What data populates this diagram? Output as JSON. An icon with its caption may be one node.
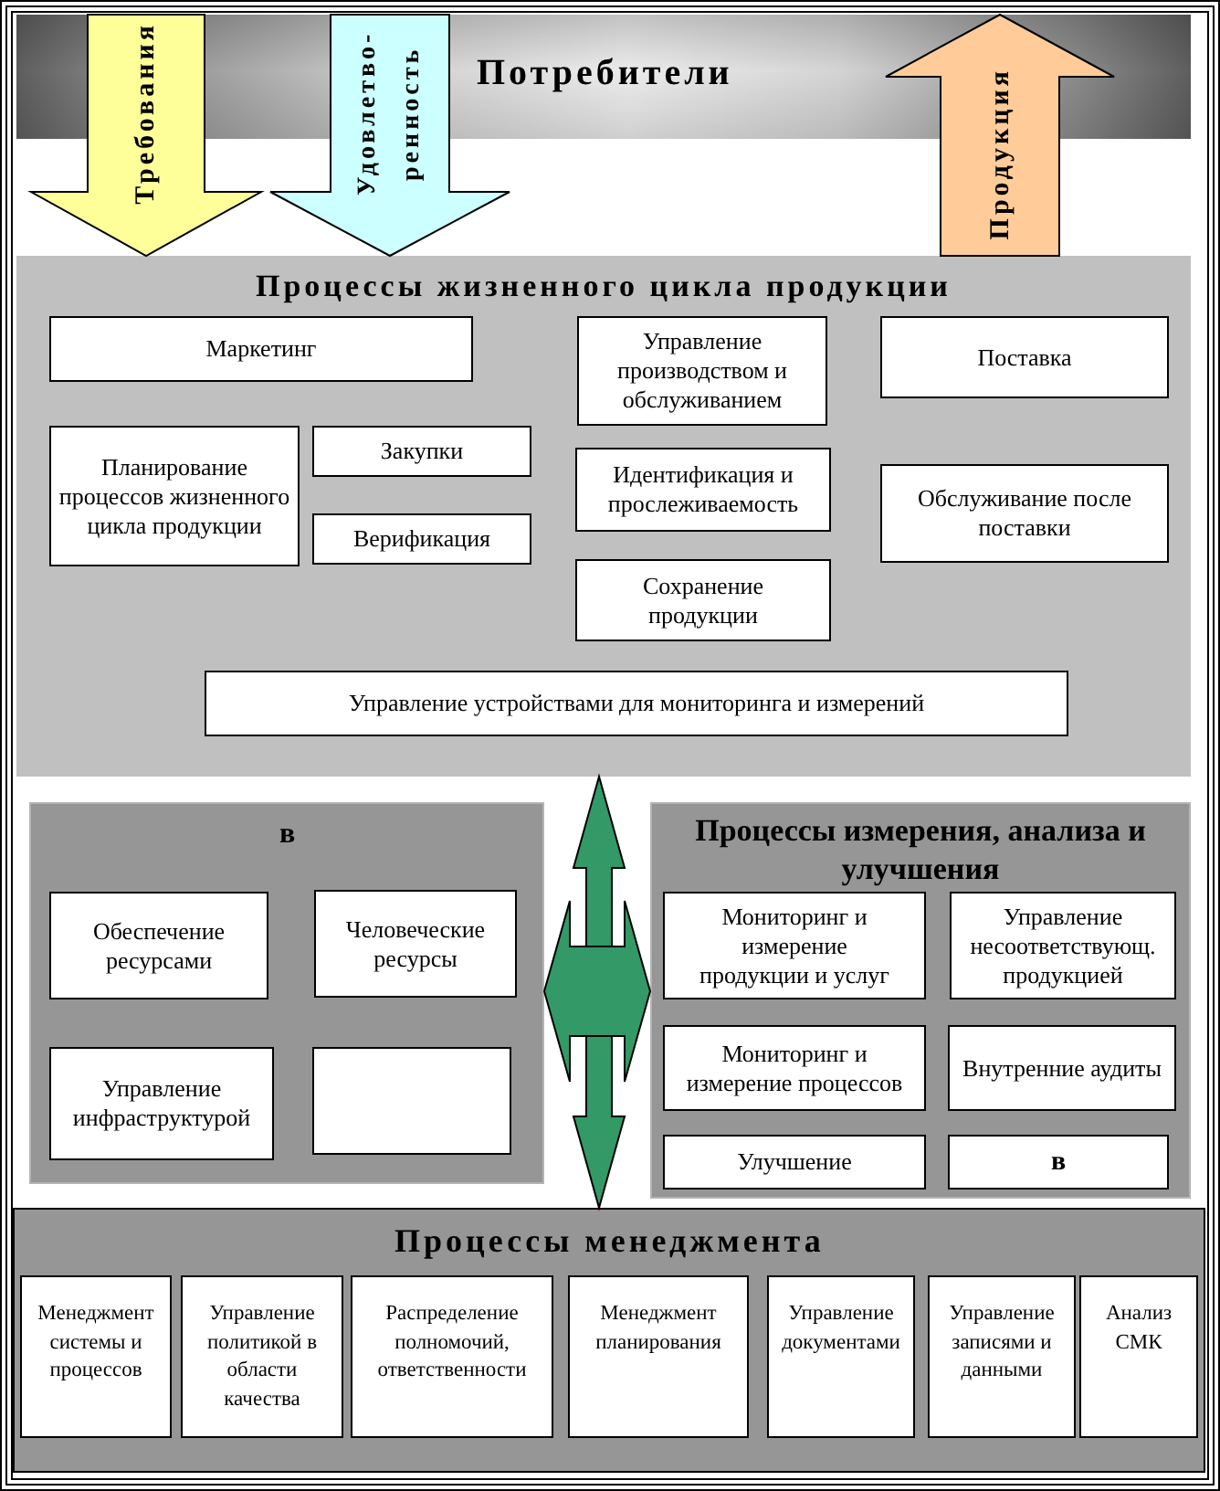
{
  "diagram": {
    "nodes": [
      {
        "text": [
          "Потребители"
        ]
      },
      {
        "text": [
          "Процессы жизненного цикла продукции"
        ]
      },
      {
        "text": [
          "Маркетинг"
        ],
        "in": 1
      },
      {
        "text": [
          "Управление производством и обслуживанием"
        ],
        "in": 1
      },
      {
        "text": [
          "Поставка"
        ],
        "in": 1
      },
      {
        "text": [
          "Планирование процессов жизненного цикла продукции"
        ],
        "in": 1
      },
      {
        "text": [
          "Закупки"
        ],
        "in": 1
      },
      {
        "text": [
          "Идентификация и прослеживаемость"
        ],
        "in": 1
      },
      {
        "text": [
          "Обслуживание после поставки"
        ],
        "in": 1
      },
      {
        "text": [
          "Верификация"
        ],
        "in": 1
      },
      {
        "text": [
          "Сохранение продукции"
        ],
        "in": 1
      },
      {
        "text": [
          "Управление устройствами для мониторинга и измерений"
        ],
        "in": 1
      },
      {
        "text": [
          "в"
        ]
      },
      {
        "text": [
          "Обеспечение ресурсами"
        ],
        "in": 12
      },
      {
        "text": [
          "Человеческие ресурсы"
        ],
        "in": 12
      },
      {
        "text": [
          "Управление инфраструктурой"
        ],
        "in": 12
      },
      {
        "text": [],
        "shape": "box",
        "in": 12
      },
      {
        "text": [
          "Процессы измерения, анализа и улучшения"
        ]
      },
      {
        "text": [
          "Мониторинг и измерение продукции и услуг"
        ],
        "in": 17
      },
      {
        "text": [
          "Управление несоответствующ. продукцией"
        ],
        "in": 17
      },
      {
        "text": [
          "Мониторинг и измерение процессов"
        ],
        "in": 17
      },
      {
        "text": [
          "Внутренние аудиты"
        ],
        "in": 17
      },
      {
        "text": [
          "Улучшение"
        ],
        "in": 17
      },
      {
        "text": [
          "в"
        ],
        "in": 17
      },
      {
        "text": [
          "Процессы менеджмента"
        ]
      },
      {
        "text": [
          "Менеджмент системы и процессов"
        ],
        "in": 24
      },
      {
        "text": [
          "Управление политикой в области качества"
        ],
        "in": 24
      },
      {
        "text": [
          "Распределение полномочий, ответственности"
        ],
        "in": 24
      },
      {
        "text": [
          "Менеджмент планирования"
        ],
        "in": 24
      },
      {
        "text": [
          "Управление документами"
        ],
        "in": 24
      },
      {
        "text": [
          "Управление записями и данными"
        ],
        "in": 24
      },
      {
        "text": [
          "Анализ СМК"
        ],
        "in": 24
      }
    ],
    "edges": [
      {
        "from": 0,
        "to": 1,
        "arrow": "to",
        "label": "Требования",
        "color": "#ffff99"
      },
      {
        "from": 0,
        "to": 1,
        "arrow": "to",
        "label": "Удовлетво- ренность",
        "color": "#ccffff"
      },
      {
        "from": 1,
        "to": 0,
        "arrow": "to",
        "label": "Продукция",
        "color": "#ffcc99"
      },
      {
        "from": 1,
        "to": 24,
        "arrow": "both",
        "color": "#339966"
      },
      {
        "from": 12,
        "to": 17,
        "arrow": "both",
        "color": "#339966"
      }
    ]
  }
}
